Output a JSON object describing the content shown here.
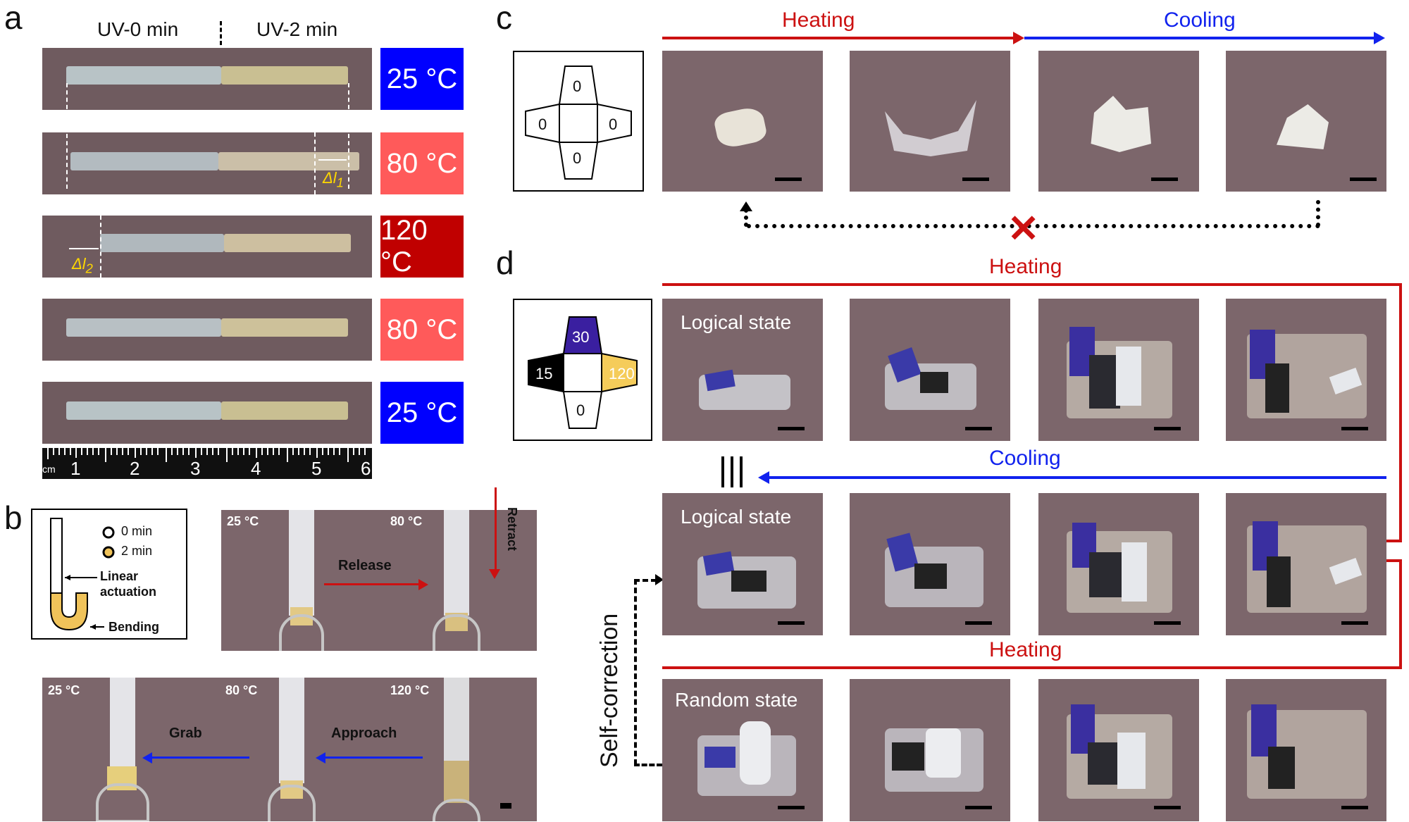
{
  "panels": {
    "a": "a",
    "b": "b",
    "c": "c",
    "d": "d"
  },
  "panel_a": {
    "uv0": "UV-0 min",
    "uv2": "UV-2 min",
    "temps": [
      "25 °C",
      "80 °C",
      "120 °C",
      "80 °C",
      "25 °C"
    ],
    "temp_colors": [
      "#0000ff",
      "#ff5a5a",
      "#c00000",
      "#ff5a5a",
      "#0000ff"
    ],
    "dl1": "Δl",
    "dl1_sub": "1",
    "dl2": "Δl",
    "dl2_sub": "2",
    "ruler_labels": [
      "cm",
      "1",
      "2",
      "3",
      "4",
      "5",
      "6"
    ]
  },
  "panel_b": {
    "legend_0": "0 min",
    "legend_2": "2 min",
    "linear": "Linear",
    "actuation": "actuation",
    "bending": "Bending",
    "temp_25": "25 °C",
    "temp_80": "80 °C",
    "temp_120": "120 °C",
    "release": "Release",
    "retract": "Retract",
    "grab": "Grab",
    "approach": "Approach"
  },
  "panel_c": {
    "heating": "Heating",
    "cooling": "Cooling",
    "faces": [
      "0",
      "0",
      "0",
      "0"
    ]
  },
  "panel_d": {
    "heating_top": "Heating",
    "cooling": "Cooling",
    "heating_bottom": "Heating",
    "logical_state": "Logical state",
    "random_state": "Random state",
    "self_correction": "Self-correction",
    "faces": [
      "30",
      "15",
      "120",
      "0"
    ],
    "face_colors": {
      "purple": "#3a1fa0",
      "black": "#000000",
      "yellow": "#f5cc5a"
    }
  },
  "colors": {
    "heat": "#cc1111",
    "cool": "#1122ee",
    "bg_photo": "#7c666b"
  }
}
